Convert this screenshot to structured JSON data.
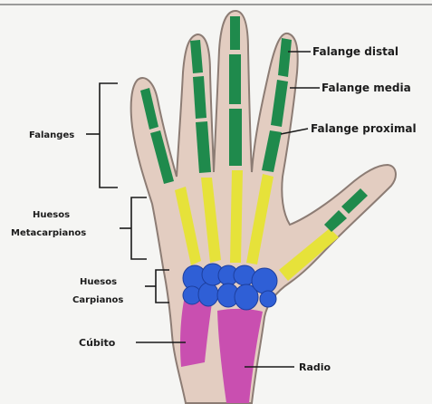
{
  "labels": {
    "falange_distal": "Falange distal",
    "falange_media": "Falange media",
    "falange_proximal": "Falange proximal",
    "falanges": "Falanges",
    "huesos_metacarpianos_1": "Huesos",
    "huesos_metacarpianos_2": "Metacarpianos",
    "huesos_carpianos_1": "Huesos",
    "huesos_carpianos_2": "Carpianos",
    "cubito": "Cúbito",
    "radio": "Radio"
  },
  "colors": {
    "skin": "#e3cdc1",
    "skin_outline": "#8c7c74",
    "phalanges": "#1f8a4c",
    "metacarpals": "#e6e23a",
    "carpals": "#2f5fd6",
    "forearm": "#c94fb0"
  }
}
